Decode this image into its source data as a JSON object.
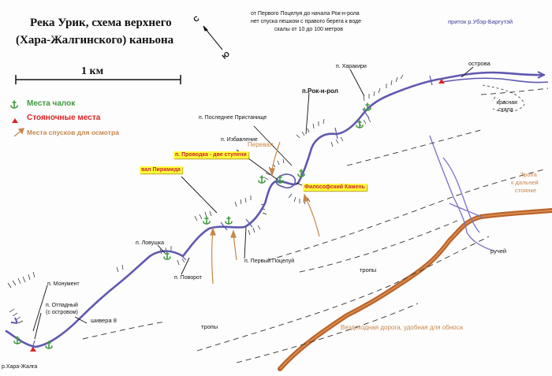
{
  "title": {
    "line1": "Река Урик, схема верхнего",
    "line2": "(Хара-Жалгинского) каньона"
  },
  "scale": {
    "label": "1 км"
  },
  "compass": {
    "north": "С",
    "south": "Ю"
  },
  "note": {
    "line1": "от Первого Поцелуя до начала Рок-н-рола",
    "line2": "нет спуска пешком с правого берега к воде",
    "line3": "скалы от 10 до 100 метров"
  },
  "legend": {
    "chalki": "Места чалок",
    "stoyanki": "Стояночные места",
    "spuski": "Места спусков для осмотра"
  },
  "labels": {
    "pritok": "приток р.Убэр-Баргутэй",
    "ostrova": "острова",
    "krasnaya1": "красная",
    "krasnaya2": "скала",
    "harakiri": "п. Харакири",
    "roknrol": "п.Рок-н-рол",
    "poslednee": "п. Последнее Пристанище",
    "izbavlenie": "п. Избавление",
    "pereval": "Перевал",
    "provodka": "п. Проводка - две ступени",
    "piramida": "вал Пирамида",
    "filosof": "Философский Камень",
    "tropa1": "Тропа",
    "tropa2": "к дальней",
    "tropa3": "стоянке",
    "lovushka": "п. Ловушка",
    "povorot": "п. Поворот",
    "pervyy": "п. Первый Поцелуй",
    "tropy1": "тропы",
    "tropy2": "тропы",
    "ruchey": "ручей",
    "monument": "п. Монумент",
    "otpadnyy1": "п. Отпадный",
    "otpadnyy2": "(с островом)",
    "shivera": "шивера 8",
    "hara": "р.Хара-Жалга",
    "doroga": "Вездеходная дорога, удобная для обноса"
  },
  "colors": {
    "river": "#5f58b0",
    "road": "#c0682a",
    "stream": "#7a70c8",
    "anchor": "#3f9a3f",
    "camp": "#dd2222",
    "arrow": "#c8864a",
    "highlight": "#ffff3a",
    "highlight_text": "#cc2222"
  }
}
